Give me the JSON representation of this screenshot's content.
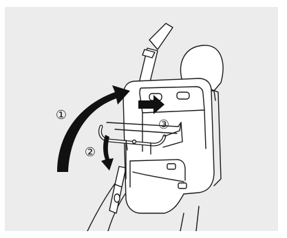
{
  "figure": {
    "steps": [
      {
        "label": "①"
      },
      {
        "label": "②"
      },
      {
        "label": "③"
      }
    ],
    "icons": [
      "seat-back",
      "headrest",
      "seat-belt",
      "fold-handle",
      "lift-arrow",
      "pull-down-arrow",
      "slide-arrow"
    ],
    "colors": {
      "panel": "#ececec",
      "line": "#1a1a1a",
      "fill": "#ffffff",
      "arrow": "#111111"
    }
  }
}
